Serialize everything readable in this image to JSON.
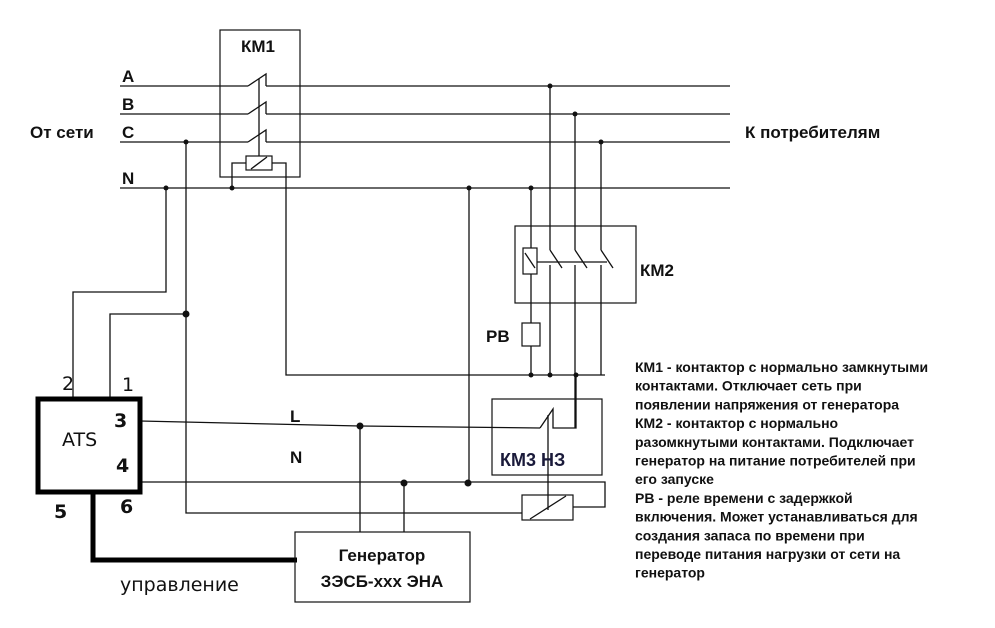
{
  "source": {
    "label": "От сети",
    "phases": [
      "A",
      "B",
      "C",
      "N"
    ]
  },
  "load": {
    "label": "К потребителям"
  },
  "km1": {
    "label": "КМ1"
  },
  "km2": {
    "label": "КМ2"
  },
  "rv": {
    "label": "РВ"
  },
  "km3": {
    "label": "КМ3 НЗ"
  },
  "gen_line": {
    "l": "L",
    "n": "N"
  },
  "ats": {
    "label": "ATS",
    "pins": [
      "1",
      "2",
      "3",
      "4",
      "5",
      "6"
    ],
    "control_label": "управление"
  },
  "generator": {
    "line1": "Генератор",
    "line2": "ЗЭСБ-ххх ЭНА"
  },
  "legend": [
    {
      "term": "КМ1",
      "text": " - контактор с нормально замкнутыми"
    },
    {
      "text": "контактами. Отключает сеть при"
    },
    {
      "text": "появлении напряжения от генератора"
    },
    {
      "term": "КМ2",
      "text": " - контактор с нормально"
    },
    {
      "text": "разомкнутыми контактами. Подключает"
    },
    {
      "text": "генератор на питание потребителей при"
    },
    {
      "text": "его запуске"
    },
    {
      "term": "РВ",
      "text": " - реле времени с задержкой"
    },
    {
      "text": "включения. Может устанавливаться для"
    },
    {
      "text": "создания запаса по времени при"
    },
    {
      "text": "переводе питания нагрузки от сети на"
    },
    {
      "text": "генератор"
    }
  ]
}
